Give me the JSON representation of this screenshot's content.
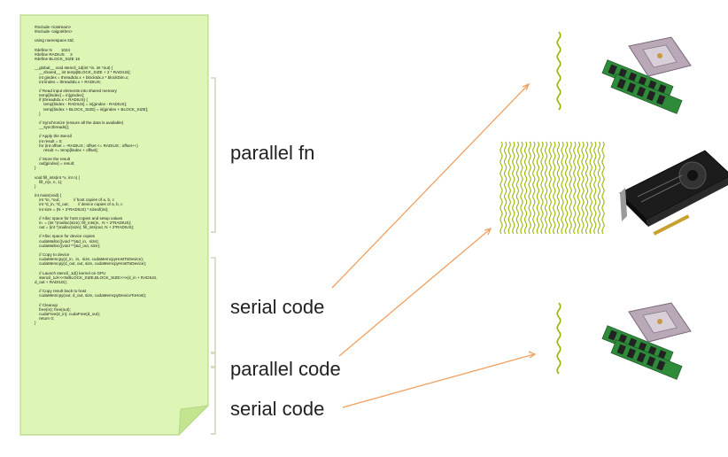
{
  "labels": {
    "parallel_fn": "parallel fn",
    "serial_code_1": "serial code",
    "parallel_code": "parallel code",
    "serial_code_2": "serial code"
  },
  "colors": {
    "page": "#ffffff",
    "note_fill": "#ddf5b5",
    "note_border": "#b8d88a",
    "arrow": "#f0a060",
    "thread": "#96b800",
    "bracket": "#ccd7b5",
    "text": "#222222"
  },
  "icons": [
    "cpu-memory-icon",
    "gpu-card-icon",
    "cpu-memory-icon"
  ],
  "code_lines": [
    "#include <iostream>",
    "#include <algorithm>",
    "",
    "using namespace std;",
    "",
    "#define N        1024",
    "#define RADIUS     3",
    "#define BLOCK_SIZE 16",
    "",
    "__global__ void stencil_1d(int *in, int *out) {",
    "    __shared__ int temp[BLOCK_SIZE + 2 * RADIUS];",
    "    int gindex = threadIdx.x + blockIdx.x * blockDim.x;",
    "    int lindex = threadIdx.x + RADIUS;",
    "",
    "    // Read input elements into shared memory",
    "    temp[lindex] = in[gindex];",
    "    if (threadIdx.x < RADIUS) {",
    "        temp[lindex - RADIUS] = in[gindex - RADIUS];",
    "        temp[lindex + BLOCK_SIZE] = in[gindex + BLOCK_SIZE];",
    "    }",
    "",
    "    // Synchronize (ensure all the data is available)",
    "    __syncthreads();",
    "",
    "    // Apply the stencil",
    "    int result = 0;",
    "    for (int offset = -RADIUS ; offset <= RADIUS ; offset++)",
    "        result += temp[lindex + offset];",
    "",
    "    // Store the result",
    "    out[gindex] = result;",
    "}",
    "",
    "void fill_ints(int *x, int n) {",
    "    fill_n(x, n, 1);",
    "}",
    "",
    "int main(void) {",
    "    int *in, *out;            // host copies of a, b, c",
    "    int *d_in, *d_out;        // device copies of a, b, c",
    "    int size = (N + 2*RADIUS) * sizeof(int);",
    "",
    "    // Alloc space for host copies and setup values",
    "    in  = (int *)malloc(size); fill_ints(in,  N + 2*RADIUS);",
    "    out = (int *)malloc(size); fill_ints(out, N + 2*RADIUS);",
    "",
    "    // Alloc space for device copies",
    "    cudaMalloc((void **)&d_in,  size);",
    "    cudaMalloc((void **)&d_out, size);",
    "",
    "    // Copy to device",
    "    cudaMemcpy(d_in,  in,  size, cudaMemcpyHostToDevice);",
    "    cudaMemcpy(d_out, out, size, cudaMemcpyHostToDevice);",
    "",
    "    // Launch stencil_1d() kernel on GPU",
    "    stencil_1d<<<N/BLOCK_SIZE,BLOCK_SIZE>>>(d_in + RADIUS,",
    "d_out + RADIUS);",
    "",
    "    // Copy result back to host",
    "    cudaMemcpy(out, d_out, size, cudaMemcpyDeviceToHost);",
    "",
    "    // Cleanup",
    "    free(in); free(out);",
    "    cudaFree(d_in); cudaFree(d_out);",
    "    return 0;",
    "}"
  ]
}
